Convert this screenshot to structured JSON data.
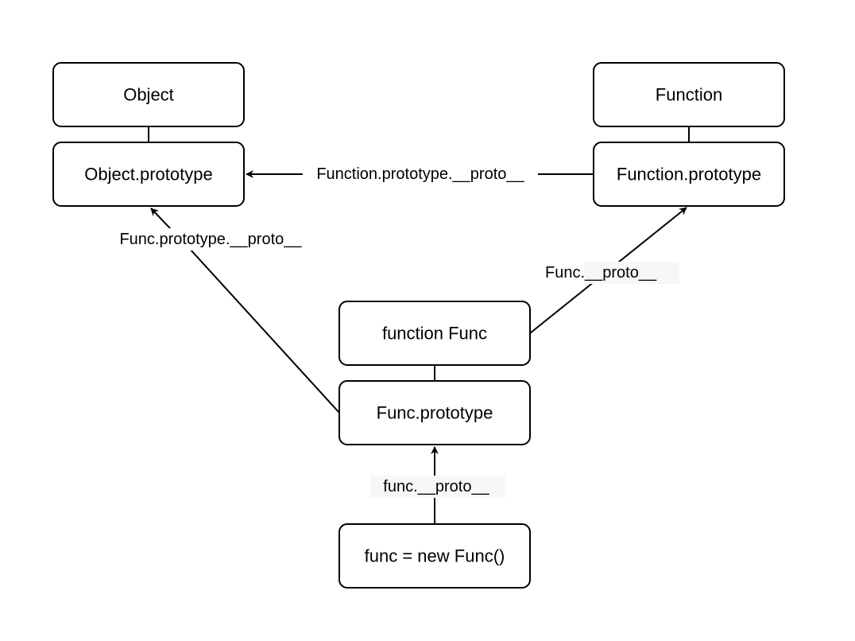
{
  "nodes": {
    "object": "Object",
    "object_prototype": "Object.prototype",
    "function": "Function",
    "function_prototype": "Function.prototype",
    "function_func": "function Func",
    "func_prototype": "Func.prototype",
    "func_instance": "func = new Func()"
  },
  "edges": {
    "function_prototype_proto": "Function.prototype.__proto__",
    "func_prototype_proto_a": "Func.prototype.",
    "func_prototype_proto_b": "__proto__",
    "func_proto_a": "Func.",
    "func_proto_b": "__proto__",
    "func_instance_proto": "func.__proto__"
  },
  "colors": {
    "stroke": "#000000",
    "background": "#ffffff",
    "label_highlight": "#f7f7f7"
  }
}
